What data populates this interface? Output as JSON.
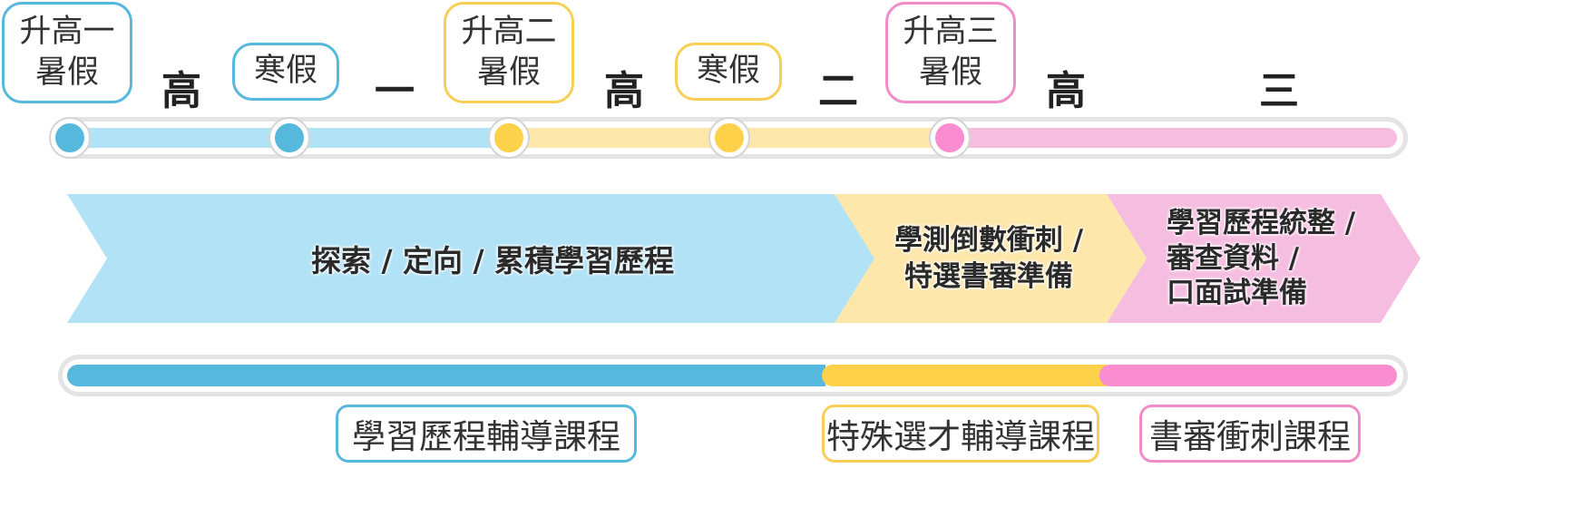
{
  "milestones": {
    "g1_summer": "升高一\n暑假",
    "g1_winter": "寒假",
    "g2_summer": "升高二\n暑假",
    "g2_winter": "寒假",
    "g3_summer": "升高三\n暑假"
  },
  "grades": {
    "g1": [
      "高",
      "一"
    ],
    "g2": [
      "高",
      "二"
    ],
    "g3": [
      "高",
      "三"
    ]
  },
  "phases": {
    "explore": "探索 / 定向 / 累積學習歷程",
    "prep_line1": "學測倒數衝刺 /",
    "prep_line2": "特選書審準備",
    "final_line1": "學習歷程統整 /",
    "final_line2": "審查資料 /",
    "final_line3": "口面試準備"
  },
  "courses": {
    "portfolio": "學習歷程輔導課程",
    "special": "特殊選才輔導課程",
    "review": "書審衝刺課程"
  },
  "colors": {
    "blue": "#56b8dd",
    "light_blue": "#b2e2f6",
    "yellow": "#fdd14a",
    "light_yellow": "#fde7ab",
    "pink": "#f98dd0",
    "light_pink": "#f5bde0"
  }
}
